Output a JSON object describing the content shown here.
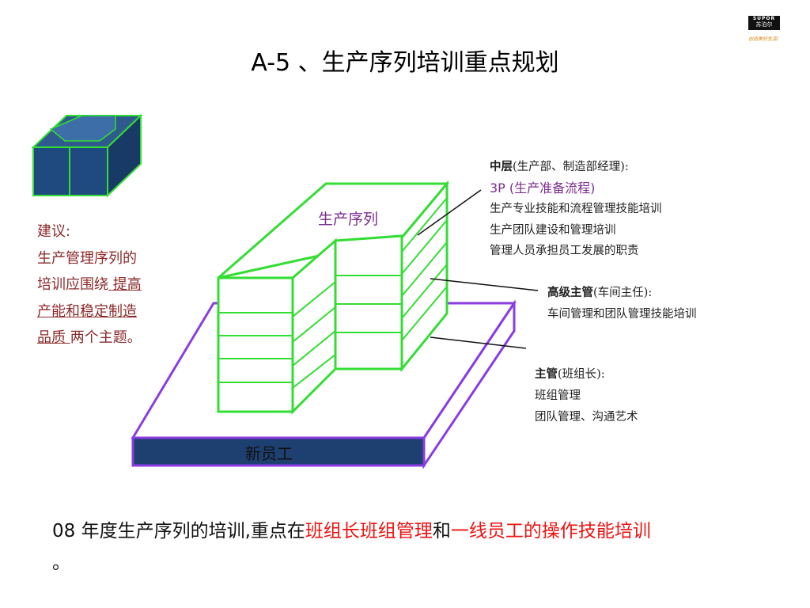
{
  "title": "A-5 、生产序列培训重点规划",
  "logo": {
    "brand": "SUPOR",
    "brand_cn": "苏泊尔",
    "slogan": "创造美好生活!",
    "accent_color": "#d88a10"
  },
  "suggestion": {
    "line1": "建议:",
    "line2": "生产管理序列的",
    "line3a": "培训应围绕",
    "line3b": " 提高",
    "line4": "产能和稳定制造",
    "line5a": "品质 ",
    "line5b": "两个主题。"
  },
  "diagram": {
    "base_label": "新员工",
    "tower_label": "生产序列",
    "colors": {
      "green": "#33dd33",
      "purple": "#8a3de0",
      "navy": "#1e4070",
      "label_purple": "#7b2d8e"
    }
  },
  "mid_level": {
    "title": "中层",
    "title_note": "(生产部、制造部经理):",
    "highlight": "3P (生产准备流程)",
    "items": [
      "生产专业技能和流程管理技能培训",
      "生产团队建设和管理培训",
      "管理人员承担员工发展的职责"
    ]
  },
  "senior_supervisor": {
    "title": "高级主管",
    "title_note": "(车间主任):",
    "items": [
      "车间管理和团队管理技能培训"
    ]
  },
  "supervisor": {
    "title": "主管",
    "title_note": "(班组长):",
    "items": [
      "班组管理",
      "团队管理、沟通艺术"
    ]
  },
  "conclusion": {
    "part1": "08 年度生产序列的培训,重点在",
    "part2": "班组长班组管理",
    "part3": "和",
    "part4": "一线员工的操作技能培训",
    "part5": "。",
    "highlight_color": "#ee1111"
  }
}
